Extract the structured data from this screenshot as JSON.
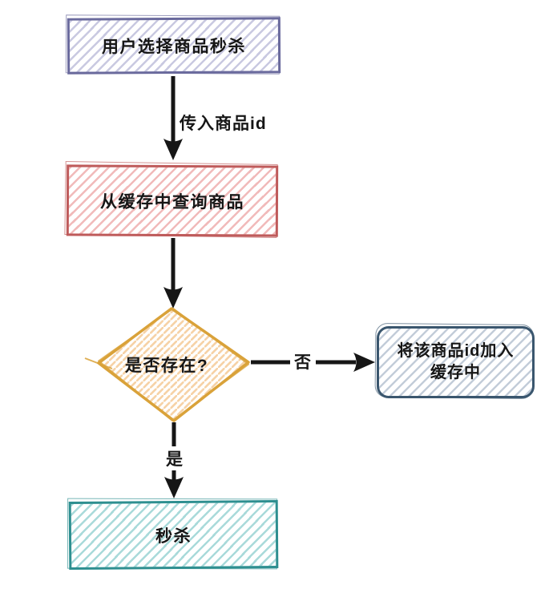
{
  "diagram": {
    "type": "flowchart",
    "background_color": "#ffffff",
    "edge_color": "#161616",
    "text_color": "#161616",
    "nodes": {
      "start": {
        "label": "用户选择商品秒杀",
        "shape": "rectangle",
        "border_color": "#6a6a9d",
        "hatch_color": "#c9c9e1"
      },
      "query_cache": {
        "label": "从缓存中查询商品",
        "shape": "rectangle",
        "border_color": "#bf5b5b",
        "hatch_color": "#f1baba"
      },
      "exists": {
        "label": "是否存在?",
        "shape": "diamond",
        "border_color": "#d9a23a",
        "hatch_color": "#f6d2a6"
      },
      "add_to_cache": {
        "label_line1": "将该商品id加入",
        "label_line2": "缓存中",
        "shape": "rounded-rectangle",
        "border_color": "#3a566e",
        "hatch_color": "#c3cdd9"
      },
      "seckill": {
        "label": "秒杀",
        "shape": "rectangle",
        "border_color": "#2e8f90",
        "hatch_color": "#a9dada"
      }
    },
    "edges": {
      "start_to_query": {
        "label": "传入商品id",
        "from": "start",
        "to": "query_cache"
      },
      "query_to_exists": {
        "label": "",
        "from": "query_cache",
        "to": "exists"
      },
      "exists_no": {
        "label": "否",
        "from": "exists",
        "to": "add_to_cache"
      },
      "exists_yes": {
        "label": "是",
        "from": "exists",
        "to": "seckill"
      }
    }
  }
}
